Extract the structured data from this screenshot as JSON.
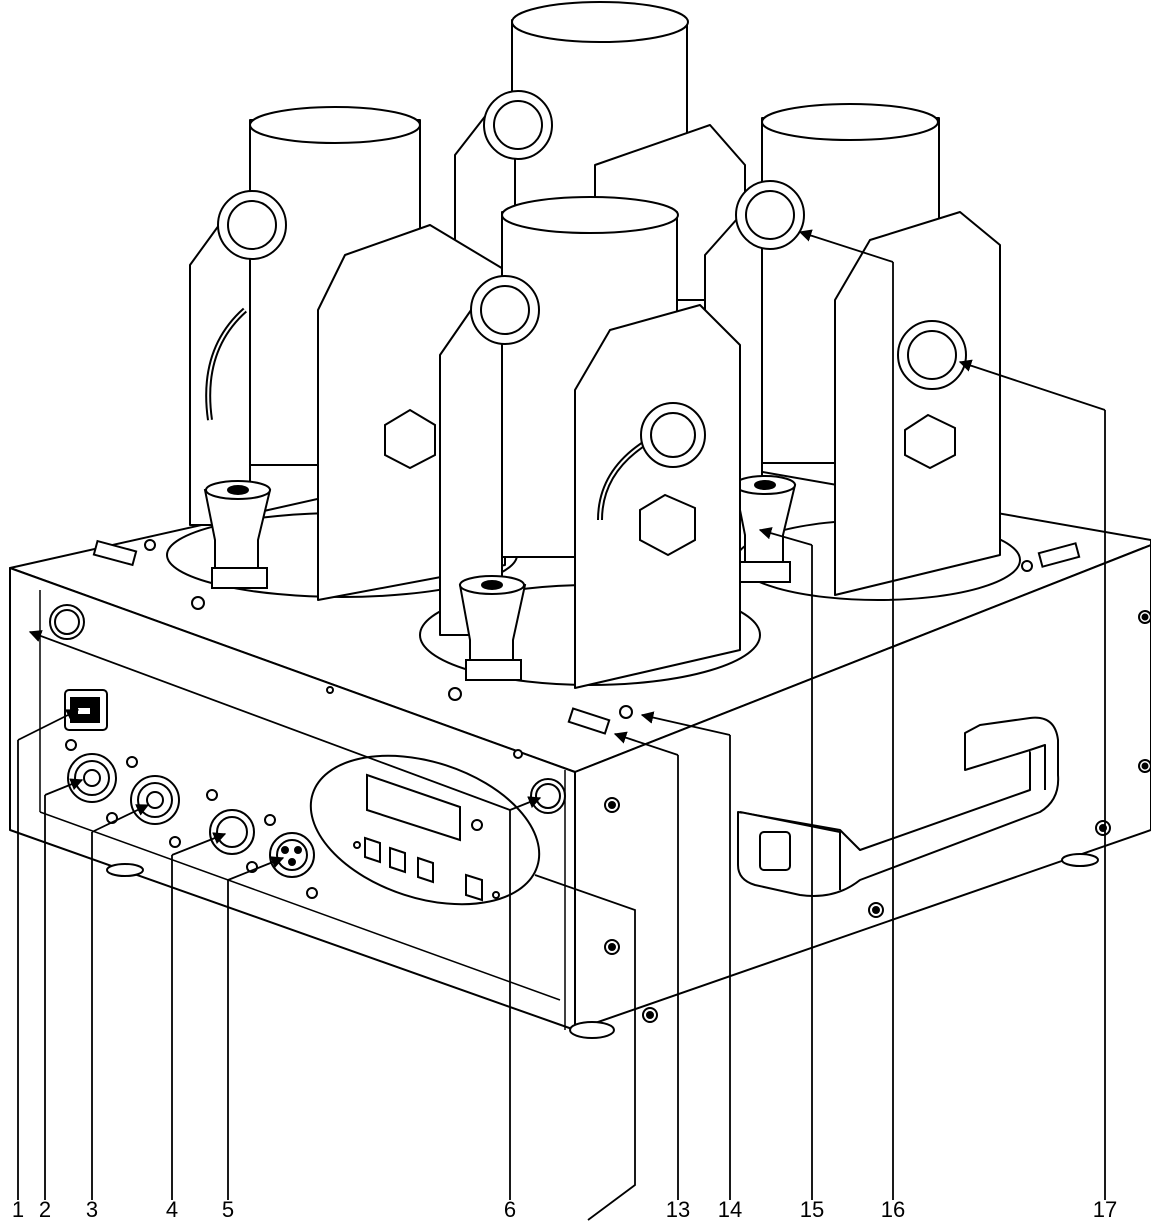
{
  "callouts": {
    "c1": "1",
    "c2": "2",
    "c3": "3",
    "c4": "4",
    "c5": "5",
    "c6": "6",
    "c13": "13",
    "c14": "14",
    "c15": "15",
    "c16": "16",
    "c17": "17"
  }
}
